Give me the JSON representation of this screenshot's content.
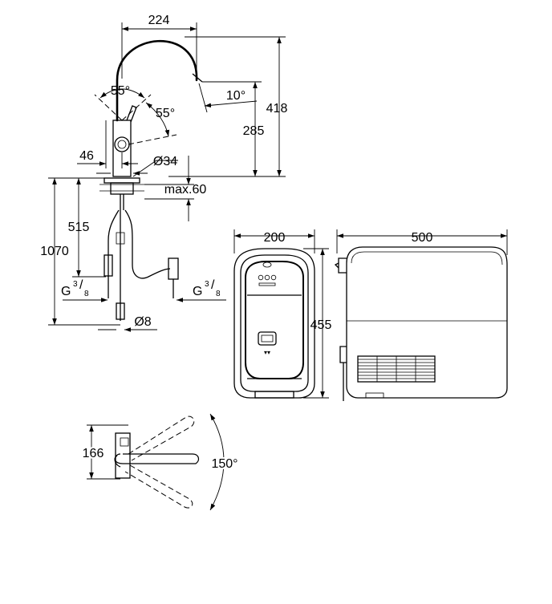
{
  "dimensions": {
    "spout_reach": "224",
    "angle_lever_top": "55°",
    "angle_lever_side": "55°",
    "spout_tilt": "10°",
    "total_height": "418",
    "outlet_height": "285",
    "lever_offset": "46",
    "base_diameter": "Ø34",
    "deck_thickness": "max.60",
    "hose_length": "515",
    "total_length": "1070",
    "thread_left": "G",
    "thread_right": "G",
    "thread_frac_num": "3",
    "thread_frac_den": "8",
    "pipe_diameter": "Ø8",
    "chiller_width": "200",
    "chiller_depth": "500",
    "chiller_height": "455",
    "top_depth": "166",
    "swivel_angle": "150°"
  },
  "icons": {
    "chiller_logo": "grohe-logo-icon",
    "chiller_display": "filter-display-icon"
  }
}
